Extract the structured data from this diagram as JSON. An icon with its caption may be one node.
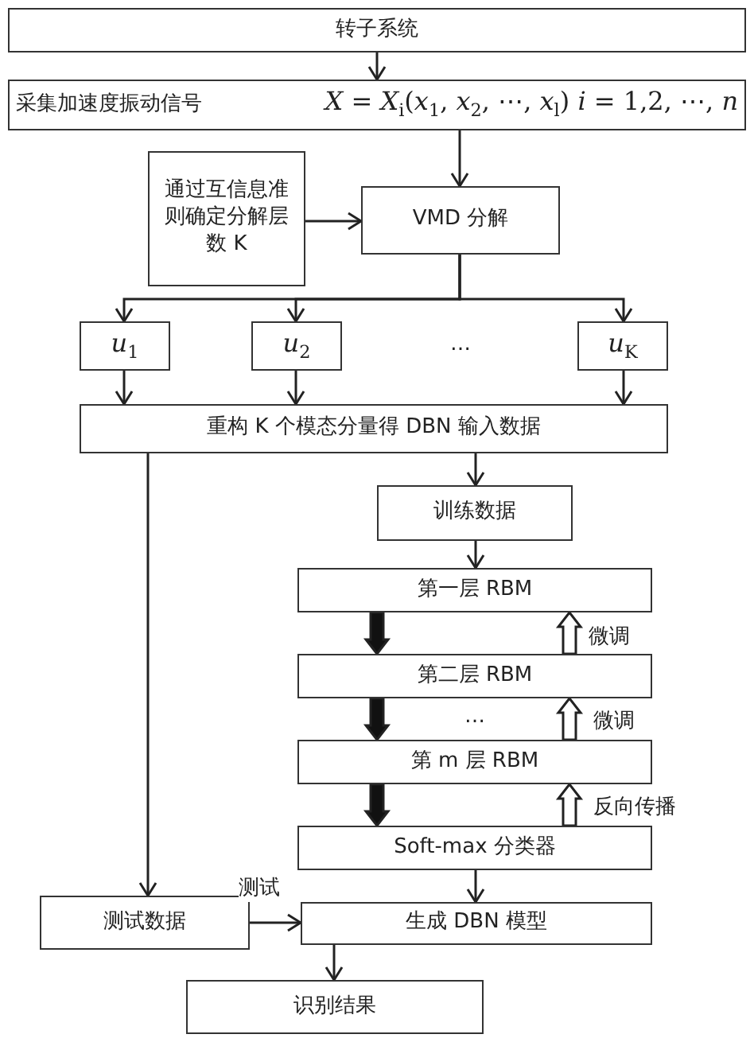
{
  "diagram": {
    "nodes": [
      {
        "text": [
          "转子系统"
        ]
      },
      {
        "text": [
          "采集加速度振动信号",
          "*X* = *X*$_{i}$(*x*$_{1}$, *x*$_{2}$, ⋯, *x*$_{l}$) *i* = 1,2, ⋯, *n*"
        ]
      },
      {
        "text": [
          "通过互信息准则确定分解层数 K"
        ]
      },
      {
        "text": [
          "VMD 分解"
        ]
      },
      {
        "text": [
          "*u*$_{1}$"
        ]
      },
      {
        "text": [
          "*u*$_{2}$"
        ]
      },
      {
        "text": [
          "*u*$_{K}$"
        ]
      },
      {
        "text": [
          "重构 K 个模态分量得 DBN 输入数据"
        ]
      },
      {
        "text": [
          "训练数据"
        ]
      },
      {
        "text": [
          "第一层 RBM"
        ]
      },
      {
        "text": [
          "第二层 RBM"
        ]
      },
      {
        "text": [
          "第 m 层 RBM"
        ]
      },
      {
        "text": [
          "Soft-max 分类器"
        ]
      },
      {
        "text": [
          "测试数据"
        ]
      },
      {
        "text": [
          "生成 DBN 模型"
        ]
      },
      {
        "text": [
          "识别结果"
        ]
      }
    ],
    "edges": [
      {
        "from": 0,
        "to": 1,
        "arrow": "to"
      },
      {
        "from": 1,
        "to": 3,
        "arrow": "to"
      },
      {
        "from": 2,
        "to": 3,
        "arrow": "to"
      },
      {
        "from": 3,
        "to": 4,
        "arrow": "to"
      },
      {
        "from": 3,
        "to": 5,
        "arrow": "to"
      },
      {
        "from": 3,
        "to": 6,
        "arrow": "to"
      },
      {
        "from": 4,
        "to": 7,
        "arrow": "to"
      },
      {
        "from": 5,
        "to": 7,
        "arrow": "to"
      },
      {
        "from": 6,
        "to": 7,
        "arrow": "to"
      },
      {
        "from": 7,
        "to": 8,
        "arrow": "to"
      },
      {
        "from": 7,
        "to": 13,
        "arrow": "to"
      },
      {
        "from": 8,
        "to": 9,
        "arrow": "to"
      },
      {
        "from": 9,
        "to": 10,
        "arrow": "to",
        "style": "thick"
      },
      {
        "from": 10,
        "to": 9,
        "arrow": "to",
        "label": "微调",
        "style": "thick",
        "color": "#ffffff"
      },
      {
        "from": 10,
        "to": 11,
        "arrow": "to",
        "style": "thick"
      },
      {
        "from": 11,
        "to": 10,
        "arrow": "to",
        "label": "微调",
        "style": "thick",
        "color": "#ffffff"
      },
      {
        "from": 11,
        "to": 12,
        "arrow": "to",
        "style": "thick"
      },
      {
        "from": 12,
        "to": 11,
        "arrow": "to",
        "label": "反向传播",
        "style": "thick",
        "color": "#ffffff"
      },
      {
        "from": 12,
        "to": 14,
        "arrow": "to"
      },
      {
        "from": 13,
        "to": 14,
        "arrow": "to",
        "label": "测试"
      },
      {
        "from": 14,
        "to": 15,
        "arrow": "to"
      }
    ],
    "labels": [
      "…",
      "…"
    ]
  }
}
